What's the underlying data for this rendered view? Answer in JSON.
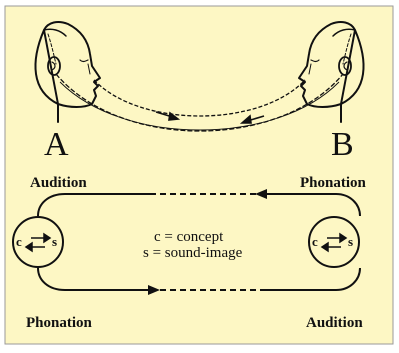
{
  "figure": {
    "speaker_a": "A",
    "speaker_b": "B",
    "labels": {
      "top_left": "Audition",
      "top_right": "Phonation",
      "bottom_left": "Phonation",
      "bottom_right": "Audition"
    },
    "legend": {
      "line1": "c = concept",
      "line2": "s = sound-image"
    },
    "circle_left": {
      "c": "c",
      "s": "s"
    },
    "circle_right": {
      "c": "c",
      "s": "s"
    },
    "colors": {
      "background": "#fdf7c4",
      "border": "#9a9a9a",
      "ink": "#111111"
    }
  }
}
